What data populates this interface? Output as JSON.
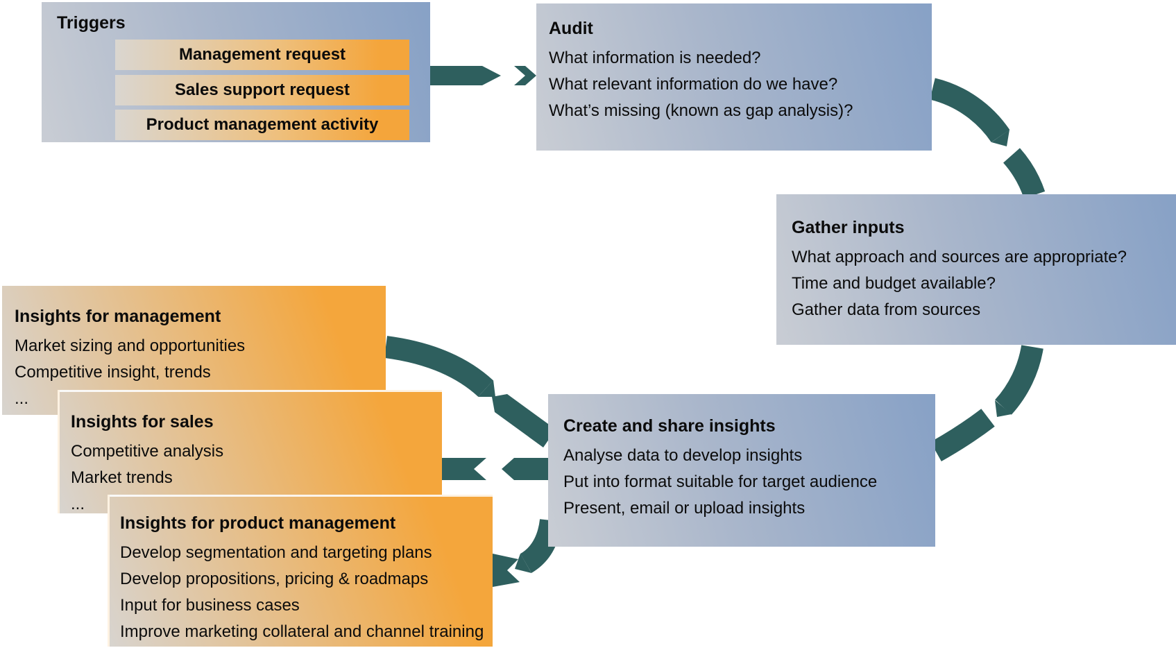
{
  "colors": {
    "arrow_teal": "#2E5F5E",
    "blue_box_from": "#c9cdd4",
    "blue_box_to": "#87a1c6",
    "orange_box_from": "#d8d4cf",
    "orange_box_to": "#f4a63c",
    "text": "#0b0b0b"
  },
  "boxes": {
    "triggers": {
      "title": "Triggers",
      "items": [
        "Management request",
        "Sales support request",
        "Product management activity"
      ]
    },
    "audit": {
      "title": "Audit",
      "lines": [
        "What information is needed?",
        "What relevant information do we have?",
        "What’s missing (known as gap analysis)?"
      ]
    },
    "gather": {
      "title": "Gather inputs",
      "lines": [
        "What approach and sources are appropriate?",
        "Time and budget available?",
        "Gather data from sources"
      ]
    },
    "create": {
      "title": "Create and share insights",
      "lines": [
        "Analyse data to develop insights",
        "Put into format suitable for target audience",
        "Present, email or upload insights"
      ]
    },
    "insights_management": {
      "title": "Insights for management",
      "lines": [
        "Market sizing and opportunities",
        "Competitive insight, trends",
        "..."
      ]
    },
    "insights_sales": {
      "title": "Insights for sales",
      "lines": [
        "Competitive analysis",
        "Market trends",
        "..."
      ]
    },
    "insights_product": {
      "title": "Insights for product management",
      "lines": [
        "Develop segmentation and targeting plans",
        "Develop propositions, pricing & roadmaps",
        "Input for business cases",
        "Improve marketing collateral and channel training"
      ]
    }
  },
  "flows": [
    {
      "from": "Triggers",
      "to": "Audit"
    },
    {
      "from": "Audit",
      "to": "Gather inputs"
    },
    {
      "from": "Gather inputs",
      "to": "Create and share insights"
    },
    {
      "from": "Create and share insights",
      "to": "Insights for management"
    },
    {
      "from": "Create and share insights",
      "to": "Insights for sales"
    },
    {
      "from": "Create and share insights",
      "to": "Insights for product management"
    }
  ]
}
